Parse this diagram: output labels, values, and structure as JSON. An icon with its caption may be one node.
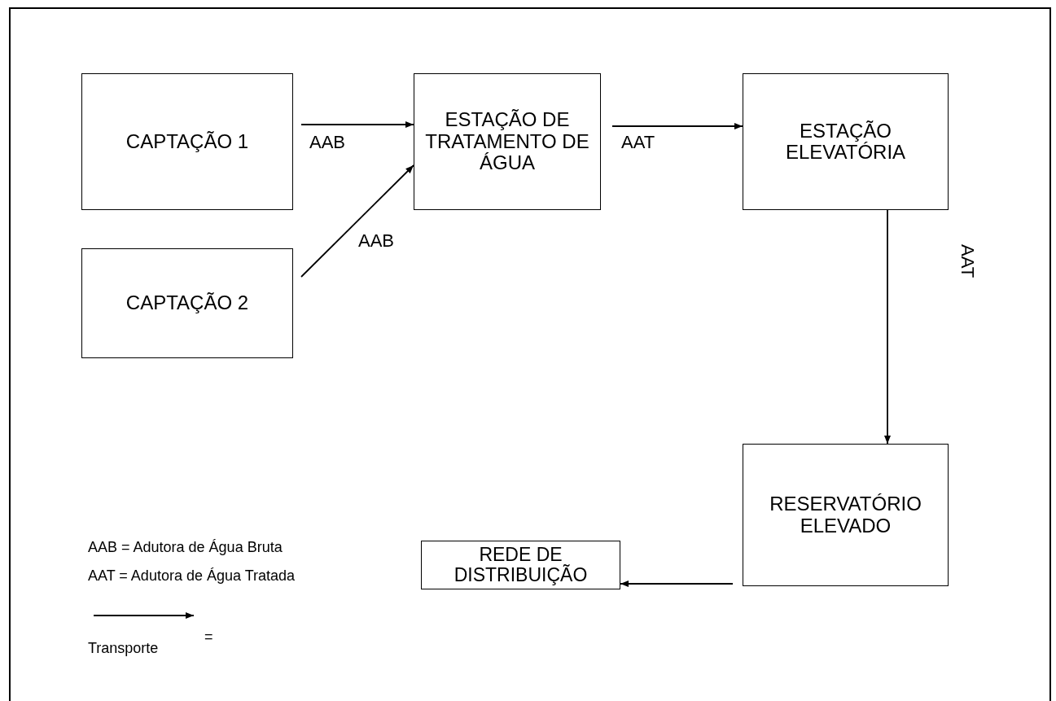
{
  "diagram": {
    "nodes": [
      {
        "text": [
          "CAPTAÇÃO 1"
        ]
      },
      {
        "text": [
          "CAPTAÇÃO 2"
        ]
      },
      {
        "text": [
          "ESTAÇÃO DE TRATAMENTO DE ÁGUA"
        ]
      },
      {
        "text": [
          "ESTAÇÃO ELEVATÓRIA"
        ]
      },
      {
        "text": [
          "RESERVATÓRIO ELEVADO"
        ]
      },
      {
        "text": [
          "REDE DE DISTRIBUIÇÃO"
        ]
      }
    ],
    "edges": [
      {
        "from": 0,
        "to": 2,
        "arrow": "to",
        "label": "AAB"
      },
      {
        "from": 1,
        "to": 2,
        "arrow": "to",
        "label": "AAB"
      },
      {
        "from": 2,
        "to": 3,
        "arrow": "to",
        "label": "AAT"
      },
      {
        "from": 3,
        "to": 4,
        "arrow": "to",
        "label": "AAT"
      },
      {
        "from": 4,
        "to": 5,
        "arrow": "to"
      }
    ],
    "labels": [
      "AAB = Adutora de Água Bruta",
      "AAT = Adutora de Água Tratada",
      "="
    ],
    "legend": [
      {
        "text": "Transporte"
      }
    ]
  }
}
